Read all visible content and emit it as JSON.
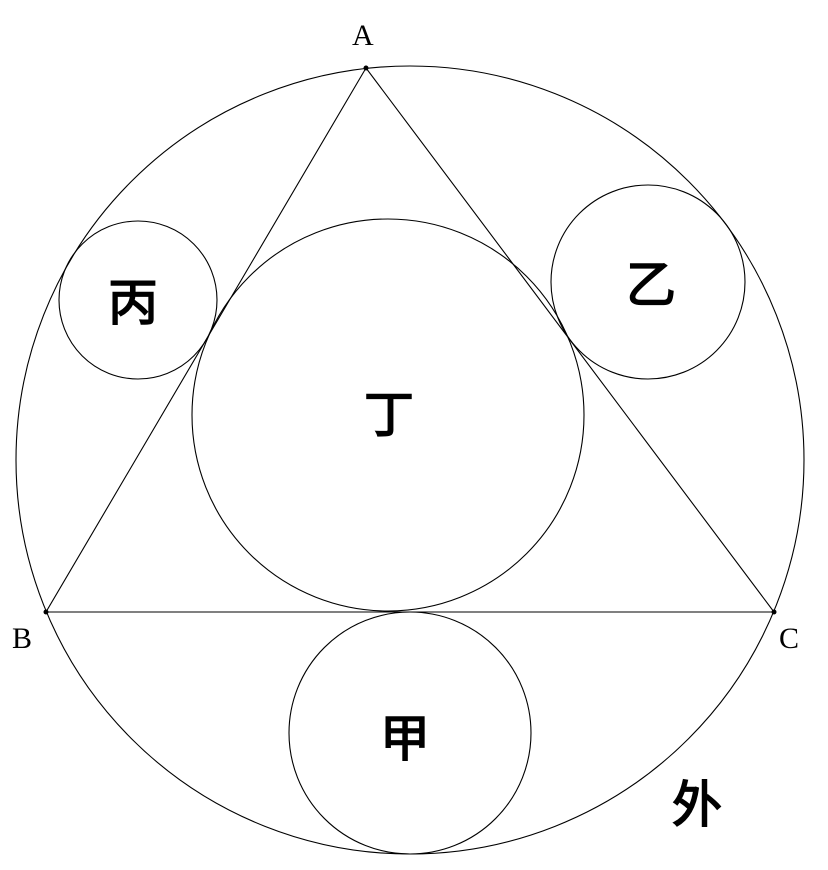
{
  "vertices": {
    "a": "A",
    "b": "B",
    "c": "C"
  },
  "circles": {
    "jia": "甲",
    "yi": "乙",
    "bing": "丙",
    "ding": "丁",
    "outer": "外"
  },
  "colors": {
    "stroke": "#000000",
    "background": "#ffffff"
  }
}
